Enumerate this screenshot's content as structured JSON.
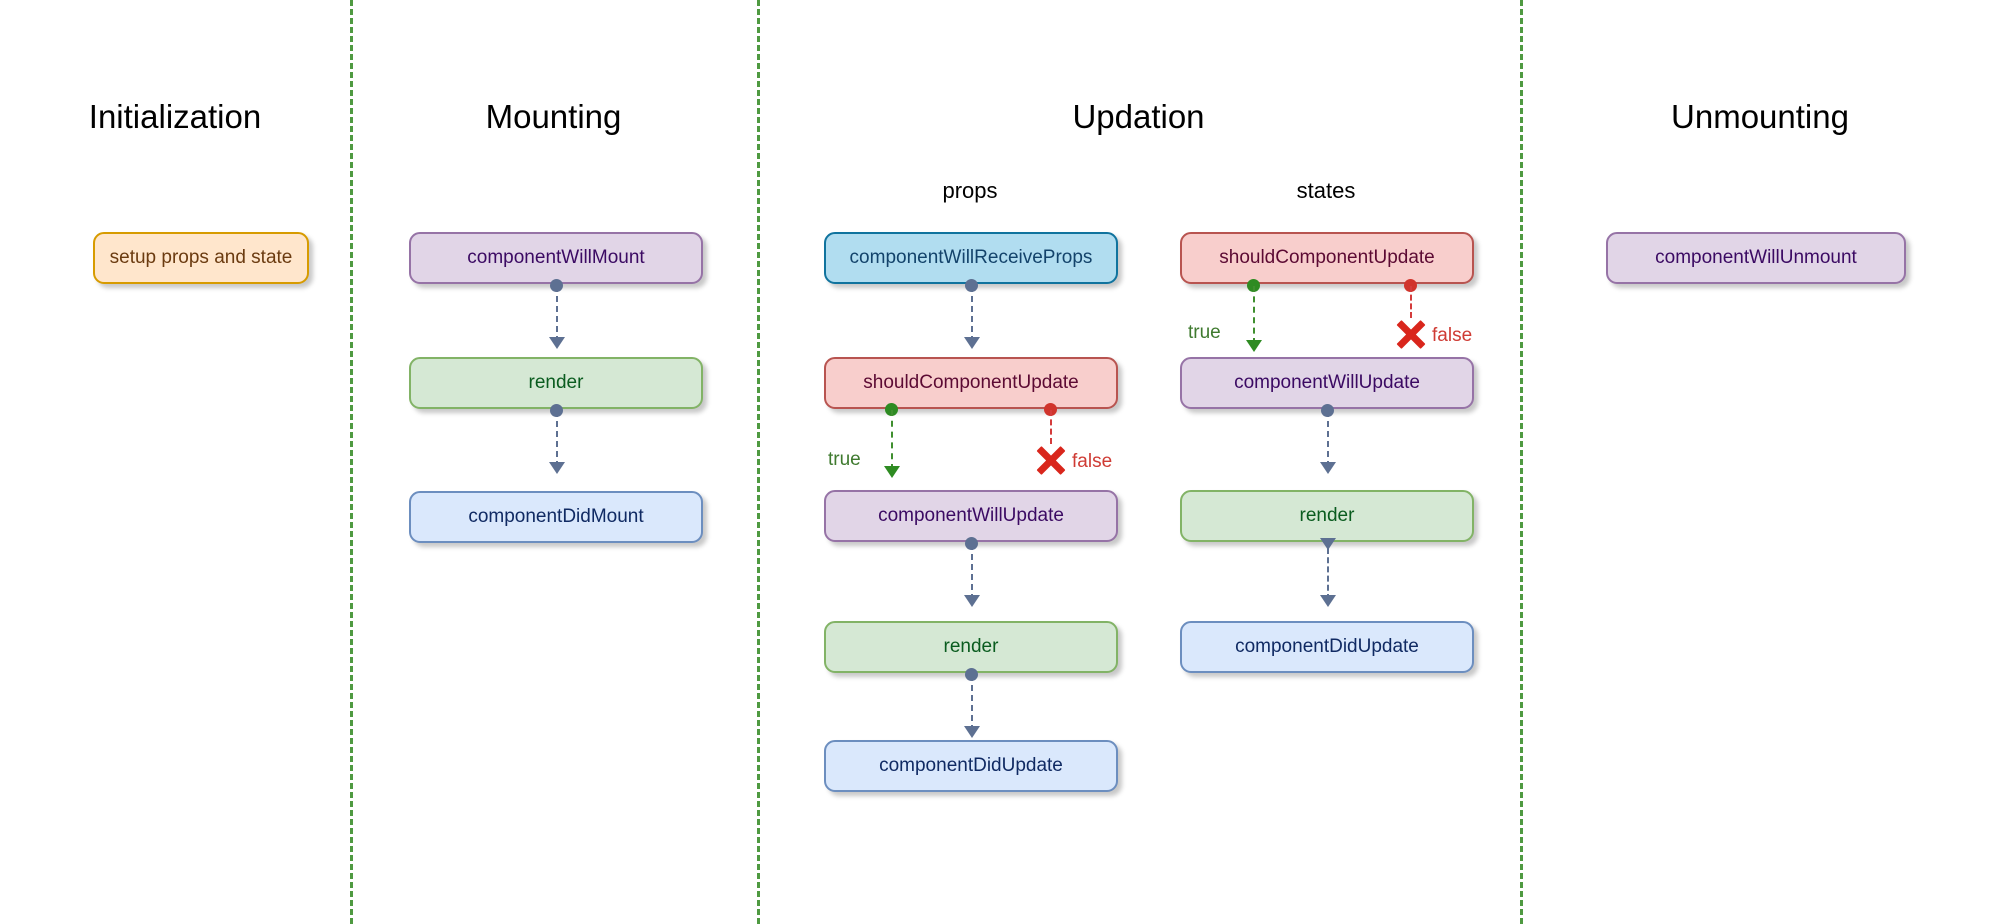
{
  "diagram": {
    "title_initialization": "Initialization",
    "title_mounting": "Mounting",
    "title_updation": "Updation",
    "title_unmounting": "Unmounting",
    "subtitle_props": "props",
    "subtitle_states": "states"
  },
  "colors": {
    "divider": "#4f9a41",
    "purple_fill": "#e1d5e7",
    "purple_border": "#9673a6",
    "green_fill": "#d5e8d4",
    "green_border": "#82b366",
    "blue_fill": "#dae8fc",
    "blue_border": "#6c8ebf",
    "cyan_fill": "#b1ddf0",
    "cyan_border": "#10739e",
    "red_fill": "#f8cecc",
    "red_border": "#b85450",
    "orange_fill": "#ffe6cc",
    "orange_border": "#d79b00",
    "true_label": "#3f7a2f",
    "false_label": "#cf3b34",
    "connector_gray": "#5d7092"
  },
  "initialization": {
    "nodes": [
      {
        "label": "setup props and state",
        "color": "orange"
      }
    ]
  },
  "mounting": {
    "nodes": [
      {
        "label": "componentWillMount",
        "color": "purple"
      },
      {
        "label": "render",
        "color": "green"
      },
      {
        "label": "componentDidMount",
        "color": "blue"
      }
    ]
  },
  "updation_props": {
    "nodes": [
      {
        "label": "componentWillReceiveProps",
        "color": "cyan"
      },
      {
        "label": "shouldComponentUpdate",
        "color": "red"
      },
      {
        "label": "componentWillUpdate",
        "color": "purple"
      },
      {
        "label": "render",
        "color": "green"
      },
      {
        "label": "componentDidUpdate",
        "color": "blue"
      }
    ],
    "branch_true": "true",
    "branch_false": "false"
  },
  "updation_states": {
    "nodes": [
      {
        "label": "shouldComponentUpdate",
        "color": "red"
      },
      {
        "label": "componentWillUpdate",
        "color": "purple"
      },
      {
        "label": "render",
        "color": "green"
      },
      {
        "label": "componentDidUpdate",
        "color": "blue"
      }
    ],
    "branch_true": "true",
    "branch_false": "false"
  },
  "unmounting": {
    "nodes": [
      {
        "label": "componentWillUnmount",
        "color": "purple"
      }
    ]
  }
}
